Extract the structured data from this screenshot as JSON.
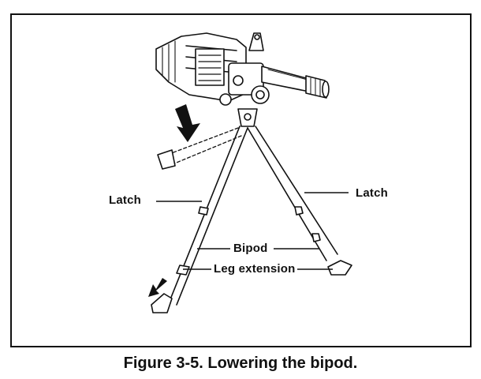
{
  "callouts": {
    "latch_left": "Latch",
    "latch_right": "Latch",
    "bipod": "Bipod",
    "leg_extension": "Leg extension"
  },
  "caption": "Figure 3-5. Lowering the bipod.",
  "colors": {
    "ink": "#111111",
    "paper": "#ffffff"
  },
  "icons": [
    "machine-gun-illustration",
    "down-arrow-icon",
    "pointer-arrow-icon"
  ]
}
